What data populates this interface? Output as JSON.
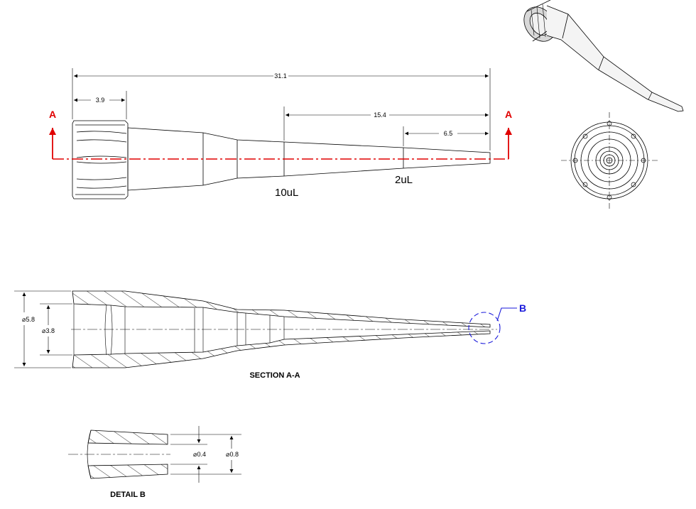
{
  "dimensions": {
    "overall_length": "31.1",
    "collar_length": "3.9",
    "to_10ul": "15.4",
    "to_2ul": "6.5",
    "outer_dia": "⌀5.8",
    "inner_dia": "⌀3.8",
    "tip_inner_dia": "⌀0.4",
    "tip_outer_dia": "⌀0.8"
  },
  "labels": {
    "mark_10ul": "10uL",
    "mark_2ul": "2uL",
    "section_marker_left": "A",
    "section_marker_right": "A",
    "detail_marker": "B"
  },
  "captions": {
    "section": "SECTION A-A",
    "detail": "DETAIL B"
  },
  "colors": {
    "section_line": "#e00000",
    "detail_marker": "#1a1adb",
    "line": "#000000"
  }
}
